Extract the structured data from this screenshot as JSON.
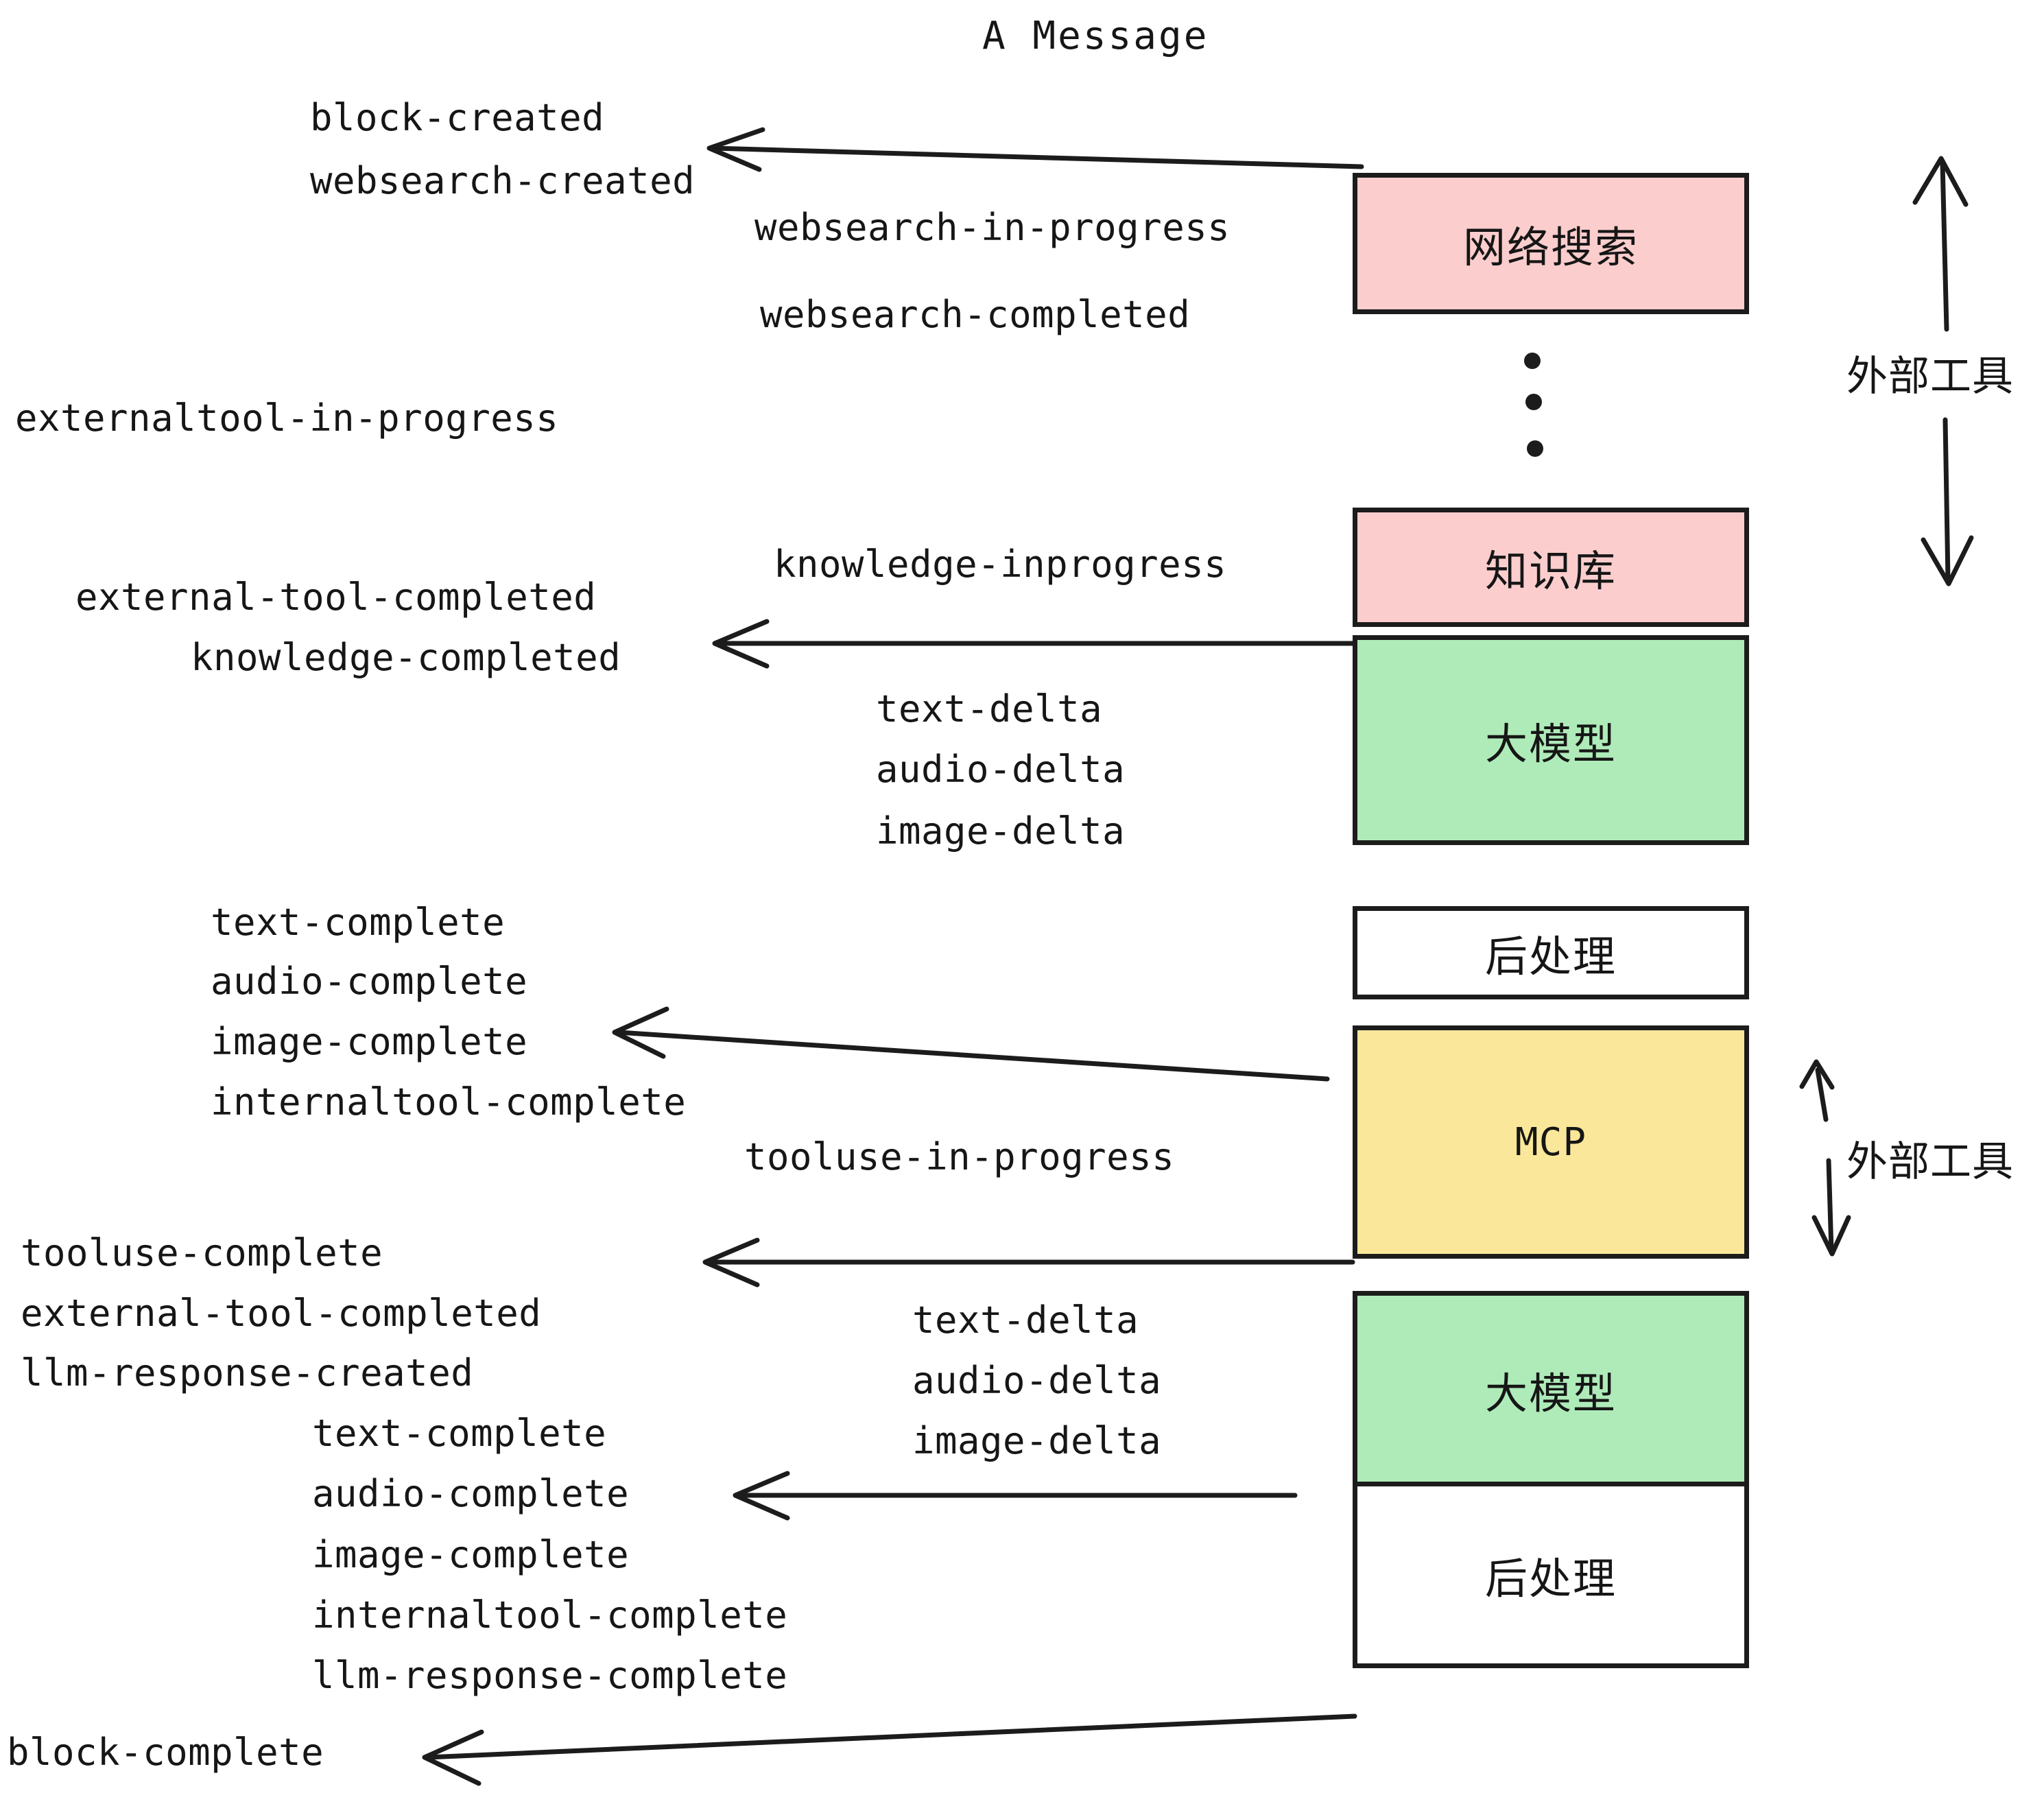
{
  "title": "A Message",
  "colors": {
    "external_tool_fill": "#fbcdcd",
    "llm_fill": "#aeebb9",
    "mcp_fill": "#fae79a",
    "postprocess_fill": "#ffffff",
    "stroke": "#1c1c1c",
    "text": "#161616",
    "background": "#ffffff"
  },
  "nodes": [
    {
      "label": "网络搜索",
      "kind": "external-tool"
    },
    {
      "label": "知识库",
      "kind": "external-tool"
    },
    {
      "label": "大模型",
      "kind": "llm"
    },
    {
      "label": "后处理",
      "kind": "postprocess"
    },
    {
      "label": "MCP",
      "kind": "mcp"
    },
    {
      "label": "大模型",
      "kind": "llm"
    },
    {
      "label": "后处理",
      "kind": "postprocess"
    }
  ],
  "side_labels": [
    {
      "text": "外部工具"
    },
    {
      "text": "外部工具"
    }
  ],
  "events": [
    {
      "text": "block-created"
    },
    {
      "text": "websearch-created"
    },
    {
      "text": "websearch-in-progress"
    },
    {
      "text": "websearch-completed"
    },
    {
      "text": "externaltool-in-progress"
    },
    {
      "text": "knowledge-inprogress"
    },
    {
      "text": "external-tool-completed"
    },
    {
      "text": "knowledge-completed"
    },
    {
      "text": "text-delta"
    },
    {
      "text": "audio-delta"
    },
    {
      "text": "image-delta"
    },
    {
      "text": "text-complete"
    },
    {
      "text": "audio-complete"
    },
    {
      "text": "image-complete"
    },
    {
      "text": "internaltool-complete"
    },
    {
      "text": "tooluse-in-progress"
    },
    {
      "text": "tooluse-complete"
    },
    {
      "text": "external-tool-completed"
    },
    {
      "text": "llm-response-created"
    },
    {
      "text": "text-delta"
    },
    {
      "text": "audio-delta"
    },
    {
      "text": "image-delta"
    },
    {
      "text": "text-complete"
    },
    {
      "text": "audio-complete"
    },
    {
      "text": "image-complete"
    },
    {
      "text": "internaltool-complete"
    },
    {
      "text": "llm-response-complete"
    },
    {
      "text": "block-complete"
    }
  ],
  "ellipsis": {
    "dots": 3
  }
}
